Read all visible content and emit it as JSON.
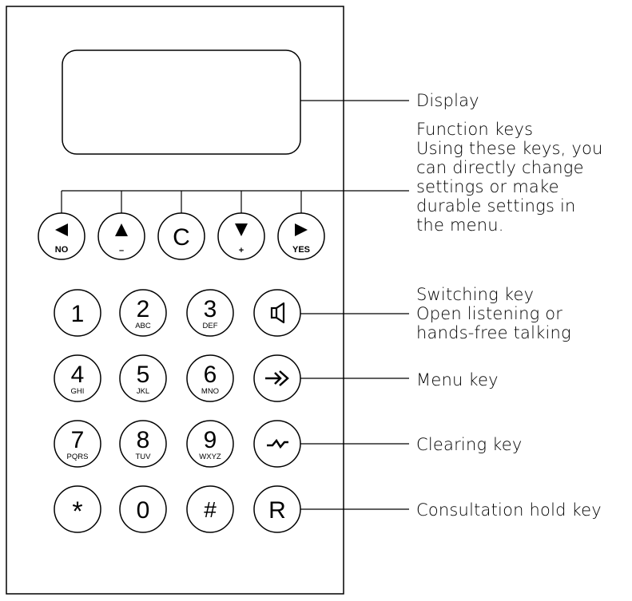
{
  "annotations": {
    "display": "Display",
    "function_keys": {
      "title": "Function keys",
      "lines": [
        "Using these keys, you",
        "can directly change",
        "settings or make",
        "durable settings in",
        "the menu."
      ]
    },
    "switching_key": {
      "title": "Switching key",
      "lines": [
        "Open listening or",
        "hands-free talking"
      ]
    },
    "menu_key": "Menu key",
    "clearing_key": "Clearing key",
    "consultation_hold_key": "Consultation hold key"
  },
  "function_keys": [
    {
      "name": "no-key",
      "icon": "arrow-left",
      "label": "NO"
    },
    {
      "name": "up-minus-key",
      "icon": "arrow-up",
      "label": "–"
    },
    {
      "name": "clear-key",
      "icon": "none",
      "label": "C"
    },
    {
      "name": "down-plus-key",
      "icon": "arrow-down",
      "label": "+"
    },
    {
      "name": "yes-key",
      "icon": "arrow-right",
      "label": "YES"
    }
  ],
  "keypad": [
    {
      "digit": "1",
      "letters": ""
    },
    {
      "digit": "2",
      "letters": "ABC"
    },
    {
      "digit": "3",
      "letters": "DEF"
    },
    {
      "digit": "4",
      "letters": "GHI"
    },
    {
      "digit": "5",
      "letters": "JKL"
    },
    {
      "digit": "6",
      "letters": "MNO"
    },
    {
      "digit": "7",
      "letters": "PQRS"
    },
    {
      "digit": "8",
      "letters": "TUV"
    },
    {
      "digit": "9",
      "letters": "WXYZ"
    },
    {
      "digit": "*",
      "letters": ""
    },
    {
      "digit": "0",
      "letters": ""
    },
    {
      "digit": "#",
      "letters": ""
    }
  ],
  "side_keys": [
    {
      "name": "loudspeaker-key",
      "icon": "speaker-icon"
    },
    {
      "name": "menu-key",
      "icon": "menu-arrow-icon"
    },
    {
      "name": "clearing-key",
      "icon": "hook-icon"
    },
    {
      "name": "consultation-hold-key",
      "icon": "none",
      "label": "R"
    }
  ],
  "colors": {
    "stroke": "#000000",
    "background": "#ffffff"
  }
}
